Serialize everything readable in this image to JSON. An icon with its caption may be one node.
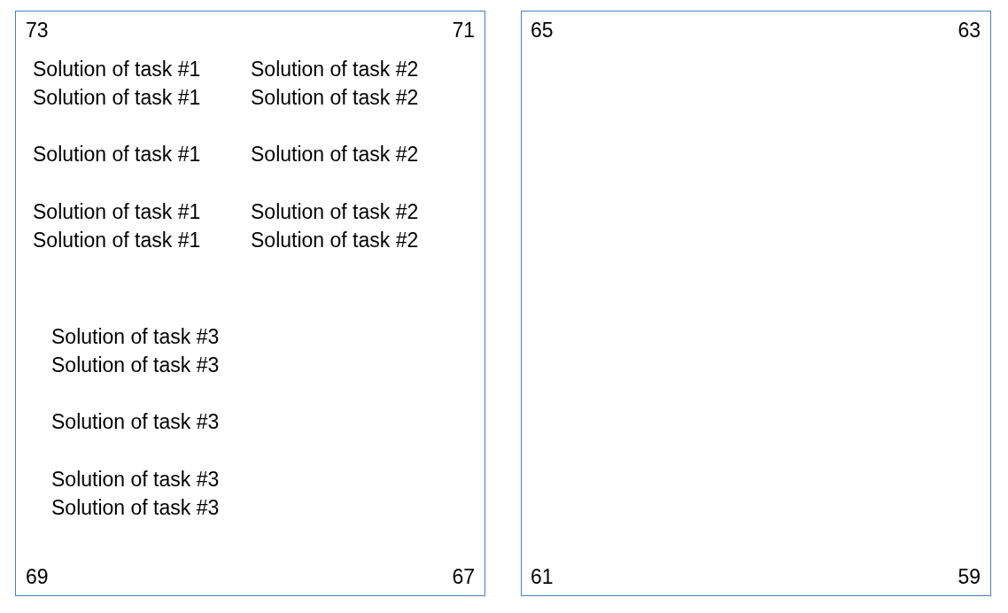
{
  "diagram": {
    "nodes": [
      {
        "text": [
          "73",
          "71",
          "Solution of task #1",
          "Solution of task #2",
          "Solution of task #1",
          "Solution of task #2",
          "Solution of task #1",
          "Solution of task #2",
          "Solution of task #1",
          "Solution of task #2",
          "Solution of task #1",
          "Solution of task #2",
          "Solution of task #3",
          "Solution of task #3",
          "Solution of task #3",
          "Solution of task #3",
          "Solution of task #3",
          "69",
          "67"
        ]
      },
      {
        "text": [
          "65",
          "63",
          "61",
          "59"
        ]
      }
    ]
  }
}
